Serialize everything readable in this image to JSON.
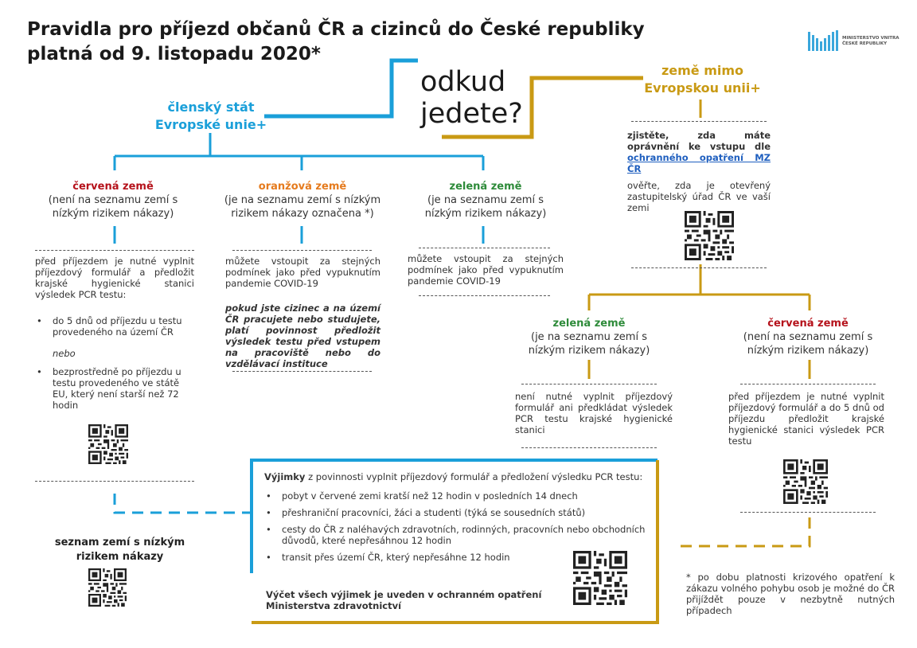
{
  "title": {
    "line1": "Pravidla pro příjezd občanů ČR a cizinců do České republiky",
    "line2": "platná od 9. listopadu 2020*"
  },
  "logo": {
    "line1": "MINISTERSTVO VNITRA",
    "line2": "ČESKÉ REPUBLIKY"
  },
  "question": {
    "line1": "odkud",
    "line2": "jedete?"
  },
  "eu": {
    "line1": "členský stát",
    "line2": "Evropské unie+"
  },
  "non_eu": {
    "line1": "země mimo",
    "line2": "Evropskou unii+"
  },
  "red": {
    "name": "červená země",
    "desc": "(není na seznamu zemí s nízkým rizikem nákazy)",
    "intro": "před příjezdem je nutné vyplnit příjezdový formulář a předložit krajské hygienické stanici výsledek PCR testu:",
    "bullet1": "do 5 dnů od příjezdu u testu provedeného na území ČR",
    "or": "nebo",
    "bullet2": "bezprostředně po příjezdu u testu provedeného ve státě EU, který není starší než 72 hodin"
  },
  "orange": {
    "name": "oranžová země",
    "desc": "(je na seznamu zemí s nízkým rizikem nákazy označena *)",
    "text": "můžete vstoupit za stejných podmínek jako před vypuknutím pandemie COVID-19",
    "note": "pokud jste cizinec a na území ČR pracujete nebo studujete, platí povinnost předložit výsledek testu před vstupem na pracoviště nebo do vzdělávací instituce"
  },
  "green": {
    "name": "zelená země",
    "desc": "(je na seznamu zemí s nízkým rizikem nákazy)",
    "text": "můžete vstoupit za stejných podmínek jako před vypuknutím pandemie COVID-19"
  },
  "non_eu_check": {
    "part1": "zjistěte, zda máte oprávnění ke vstupu dle ",
    "link": "ochranného opatření MZ ČR",
    "verify": "ověřte, zda je otevřený zastupitelský úřad ČR ve vaší zemi"
  },
  "non_eu_green": {
    "name": "zelená země",
    "desc": "(je na seznamu zemí s nízkým rizikem nákazy)",
    "text": "není nutné vyplnit příjezdový formulář ani předkládat výsledek PCR testu krajské hygienické stanici"
  },
  "non_eu_red": {
    "name": "červená země",
    "desc": "(není na seznamu zemí s nízkým rizikem nákazy)",
    "text": "před příjezdem je nutné vyplnit příjezdový formulář a do 5 dnů od příjezdu předložit krajské hygienické stanici výsledek PCR testu"
  },
  "low_risk_list": {
    "line1": "seznam zemí s nízkým",
    "line2": "rizikem nákazy"
  },
  "exceptions": {
    "lead_bold": "Výjimky",
    "lead_rest": " z povinnosti vyplnit příjezdový formulář a předložení výsledku PCR testu:",
    "items": [
      "pobyt v červené zemi kratší než 12 hodin v posledních 14 dnech",
      "přeshraniční pracovníci, žáci a studenti (týká se sousedních států)",
      "cesty do ČR z naléhavých zdravotních, rodinných, pracovních nebo obchodních důvodů, které nepřesáhnou 12 hodin",
      "transit přes území ČR, který nepřesáhne 12 hodin"
    ],
    "footer": "Výčet všech výjimek je uveden v ochranném opatření Ministerstva zdravotnictví"
  },
  "footnote": "* po dobu platnosti krizového opatření k zákazu volného pohybu osob je možné do ČR přijíždět pouze v nezbytně nutných případech",
  "colors": {
    "blue": "#1a9fd9",
    "gold": "#c99a14",
    "red": "#b5121b",
    "orange": "#e57b1e",
    "green": "#2e8b3a"
  }
}
